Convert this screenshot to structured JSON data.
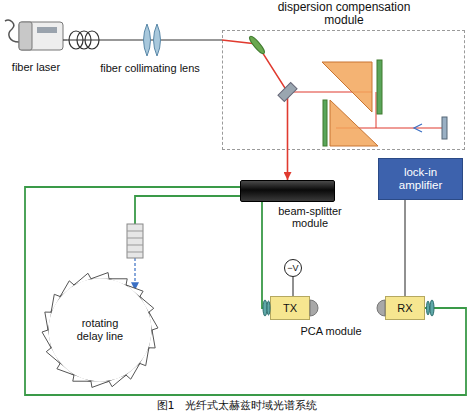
{
  "diagram": {
    "caption": "图1　光纤式太赫兹时域光谱系统",
    "nodes": [
      {
        "text": [
          "dispersion compensation module"
        ]
      },
      {
        "text": [
          "fiber laser"
        ]
      },
      {
        "text": [
          "beam-splitter module"
        ]
      },
      {
        "text": [
          "lock-in amplifier"
        ]
      },
      {
        "text": [
          "−V"
        ]
      },
      {
        "text": [
          "TX"
        ]
      },
      {
        "text": [
          "RX"
        ]
      },
      {
        "text": [
          "rotating delay line"
        ]
      }
    ],
    "edges": [
      {
        "from": 1,
        "to": 0,
        "arrow": "none"
      },
      {
        "from": 0,
        "to": 2,
        "arrow": "to"
      },
      {
        "from": 2,
        "to": 5,
        "arrow": "none"
      },
      {
        "from": 2,
        "to": 7,
        "arrow": "to"
      },
      {
        "from": 2,
        "to": 6,
        "arrow": "none"
      },
      {
        "from": 4,
        "to": 5,
        "arrow": "none"
      },
      {
        "from": 3,
        "to": 6,
        "arrow": "none"
      }
    ],
    "labels": [
      "fiber collimating lens",
      "PCA module"
    ]
  }
}
